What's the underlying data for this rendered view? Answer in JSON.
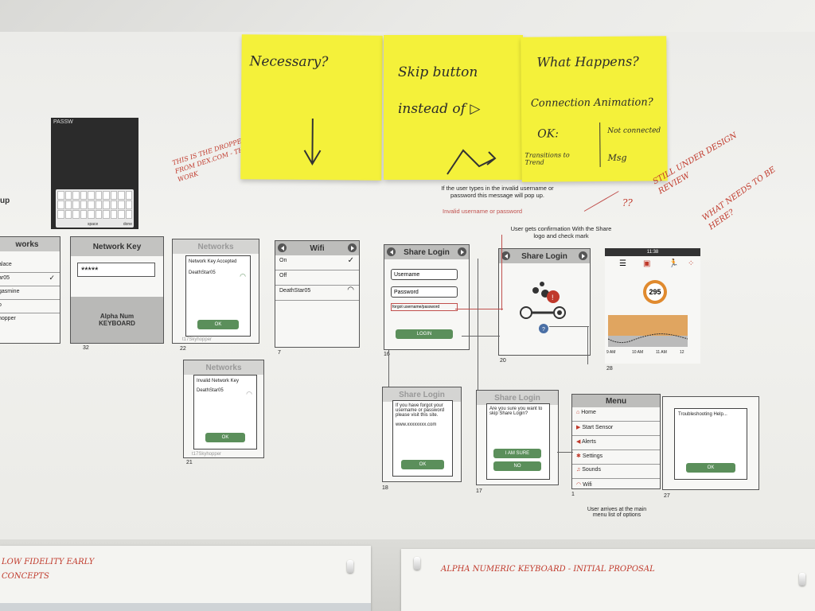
{
  "stickies": [
    {
      "text": "Necessary?"
    },
    {
      "text": "Skip button instead of ▷"
    },
    {
      "line1": "What Happens?",
      "line2": "Connection Animation?",
      "ok": "OK:",
      "ok_sub": "Transitions to Trend",
      "not_connected": "Not connected",
      "msg": "Msg"
    }
  ],
  "annotations": {
    "keyboard_note": "THIS IS THE DROPPED KEYBOARD FROM DEX.COM - THIS WILL NOT WORK",
    "still_under_design": "STILL UNDER DESIGN REVIEW",
    "what_needs": "WHAT NEEDS TO BE HERE?",
    "question_marks": "??",
    "invalid_note": "If the user types in the invalid username or password this message will pop up.",
    "invalid_msg": "Invalid username or password",
    "confirm_note": "User gets confirmation With the Share logo and check mark",
    "menu_note": "User arrives at the main menu list of options",
    "left_edge_label": "up",
    "bottom_left": "LOW FIDELITY EARLY CONCEPTS",
    "bottom_right": "ALPHA NUMERIC KEYBOARD - INITIAL PROPOSAL"
  },
  "keyboard_photo": {
    "label": "PASSW",
    "space": "space",
    "done": "done"
  },
  "screens": {
    "networks_partial": {
      "title": "works",
      "rows": [
        "alace",
        "ar05",
        "gasmine",
        "o",
        "hopper"
      ]
    },
    "network_key": {
      "number": "32",
      "title": "Network Key",
      "value": "*****",
      "keyboard": "Alpha Num KEYBOARD"
    },
    "networks_22": {
      "number": "22",
      "title": "Networks",
      "dialog": "Network Key Accepted",
      "net": "DeathStar05",
      "ok": "OK",
      "foot": "t17Skyhopper"
    },
    "networks_21": {
      "number": "21",
      "title": "Networks",
      "dialog": "Invalid Network Key",
      "net": "DeathStar05",
      "ok": "OK",
      "foot": "t17Skyhopper"
    },
    "wifi": {
      "number": "7",
      "title": "Wifi",
      "on": "On",
      "off": "Off",
      "net": "DeathStar05"
    },
    "share_16": {
      "number": "16",
      "title": "Share Login",
      "username": "Username",
      "password": "Password",
      "forgot": "forgot username/password",
      "login": "LOGIN"
    },
    "share_18": {
      "number": "18",
      "title": "Share Login",
      "text": "If you have forgot your username or password please visit this site.",
      "url": "www.xxxxxxxx.com",
      "ok": "OK"
    },
    "share_17": {
      "number": "17",
      "title": "Share Login",
      "text": "Are you sure you want to skip Share Login?",
      "sure": "I AM SURE",
      "no": "NO"
    },
    "share_20": {
      "number": "20",
      "title": "Share Login"
    },
    "trend_28": {
      "number": "28",
      "time": "11:38",
      "value": "295",
      "x1": "9 AM",
      "x2": "10 AM",
      "x3": "11 AM",
      "x4": "12"
    },
    "menu_1": {
      "number": "1",
      "title": "Menu",
      "items": [
        "Home",
        "Start Sensor",
        "Alerts",
        "Settings",
        "Sounds",
        "Wifi"
      ]
    },
    "trouble_27": {
      "number": "27",
      "text": "Troubleshooting Help...",
      "ok": "OK"
    }
  },
  "colors": {
    "sticky": "#f4f13a",
    "green": "#5b8f5b",
    "red_ink": "#c0392b",
    "orange": "#e08a2e"
  }
}
